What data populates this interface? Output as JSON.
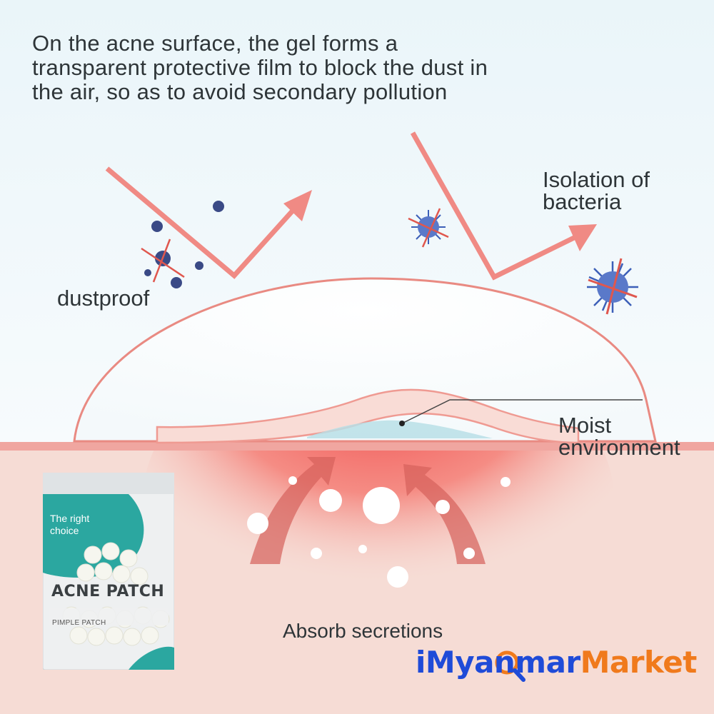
{
  "headline": "On the acne surface, the gel forms a transparent protective film to block the dust in the air, so as to avoid secondary pollution",
  "labels": {
    "dustproof": "dustproof",
    "isolation": "Isolation of bacteria",
    "moist": "Moist environment",
    "absorb": "Absorb secretions"
  },
  "package": {
    "tagline": "The right choice",
    "title": "ACNE PATCH",
    "subtitle": "PIMPLE PATCH"
  },
  "watermark": {
    "part1": "iMyanmar",
    "part2": "Market"
  },
  "colors": {
    "arrow": "#f08a84",
    "skin": "#f4d6cf",
    "inflammation": "#ee5b5b",
    "teal": "#2ba7a0",
    "bacteria": "#3c5fb8",
    "brand_blue": "#1f4bd8",
    "brand_orange": "#f07a1c"
  },
  "icons": [
    "dust-particle-icon",
    "bacteria-icon",
    "cross-mark-icon",
    "magnifier-icon"
  ]
}
